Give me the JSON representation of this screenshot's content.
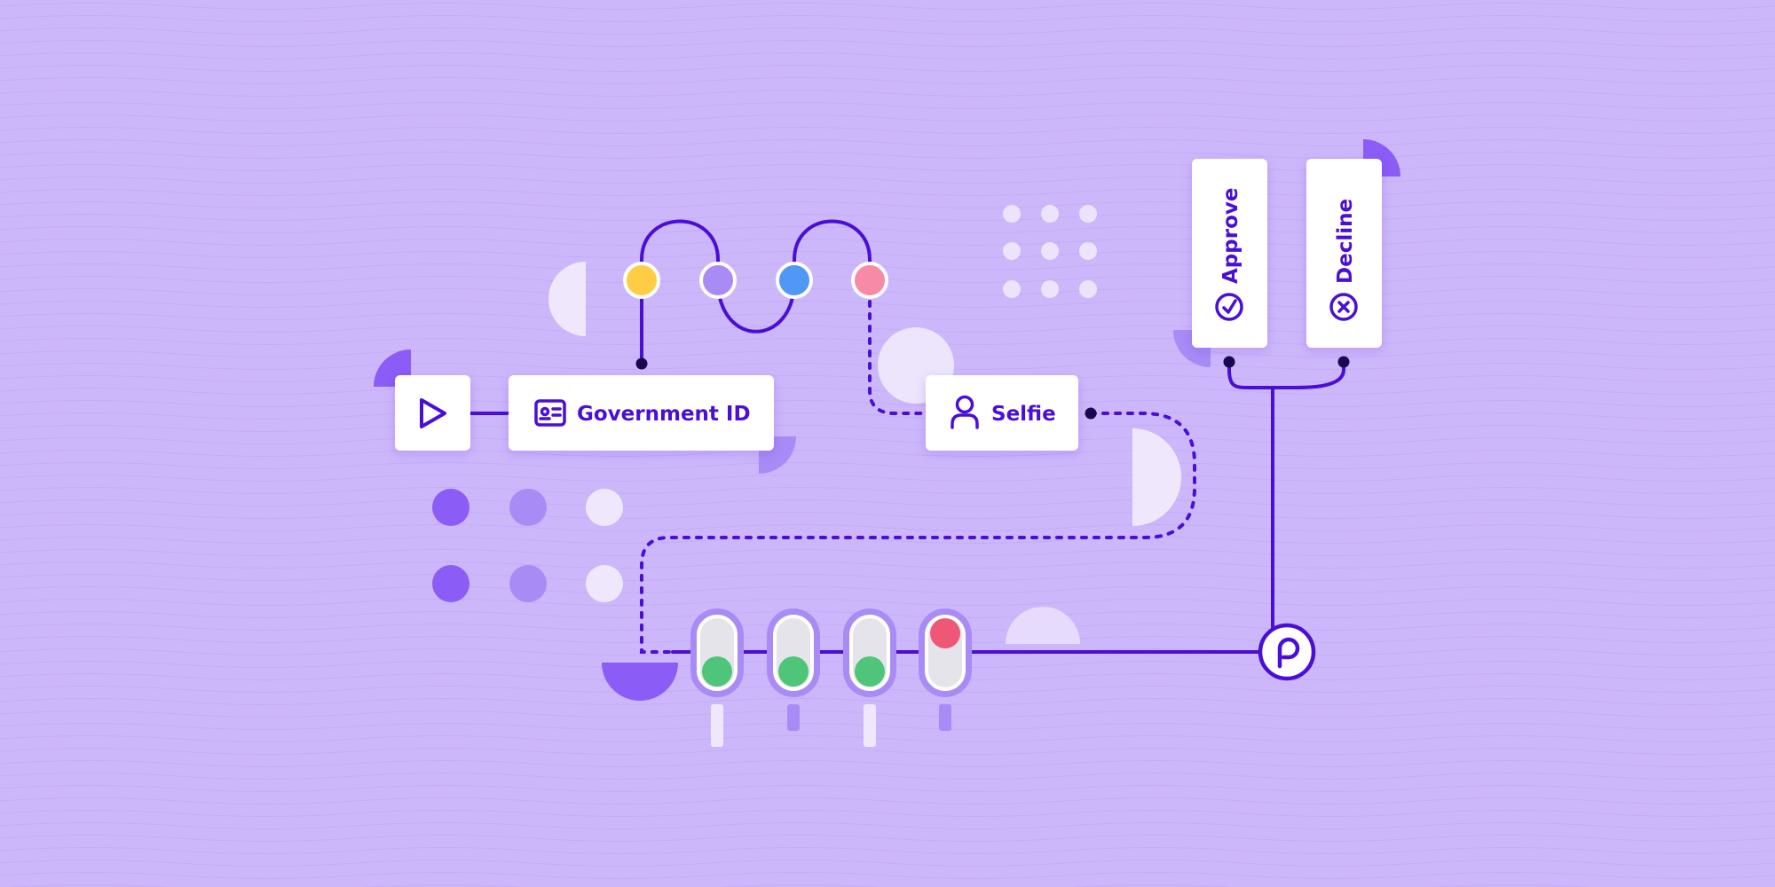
{
  "theme": {
    "background": "#cdb7fb",
    "accent": "#4a0fd6",
    "card": "#ffffff",
    "light_purple": "#a88bf5",
    "mid_purple": "#8b5cf6",
    "pale": "#efe8fd",
    "status_green": "#4fc57a",
    "status_red": "#ef5777"
  },
  "nodes": {
    "start": {
      "icon": "play-icon"
    },
    "government_id": {
      "label": "Government ID",
      "icon": "id-card-icon"
    },
    "selfie": {
      "label": "Selfie",
      "icon": "user-icon"
    },
    "approve": {
      "label": "Approve",
      "icon": "check-circle-icon"
    },
    "decline": {
      "label": "Decline",
      "icon": "x-circle-icon"
    },
    "hub": {
      "icon": "persona-logo-icon"
    }
  },
  "branch_dots": {
    "colors": [
      "#ffcd45",
      "#a88bf5",
      "#4f98f5",
      "#f78aa5"
    ]
  },
  "checks": [
    {
      "status": "pass",
      "color": "#4fc57a"
    },
    {
      "status": "pass",
      "color": "#4fc57a"
    },
    {
      "status": "pass",
      "color": "#4fc57a"
    },
    {
      "status": "fail",
      "color": "#ef5777"
    }
  ]
}
